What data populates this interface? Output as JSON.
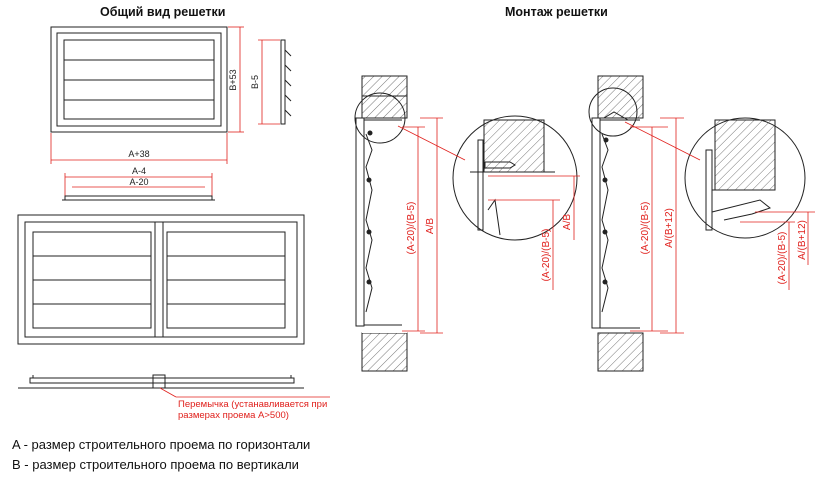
{
  "titles": {
    "general_view": "Общий вид решетки",
    "mounting": "Монтаж решетки"
  },
  "dimensions": {
    "b_plus_53": "B+53",
    "b_minus_5": "B-5",
    "a_plus_38": "A+38",
    "a_minus_4": "A-4",
    "a_minus_20": "A-20",
    "a20_b5": "(A-20)/(B-5)",
    "a_b": "A/B",
    "a_b12": "A/(B+12)"
  },
  "annotations": {
    "jumper_line1": "Перемычка (устанавливается при",
    "jumper_line2": "размерах проема A>500)"
  },
  "legend": {
    "a_definition": "A - размер строительного проема по горизонтали",
    "b_definition": "B - размер строительного проема по вертикали"
  },
  "colors": {
    "line": "#222222",
    "dimension": "#e0201c",
    "hatch": "#555555"
  }
}
